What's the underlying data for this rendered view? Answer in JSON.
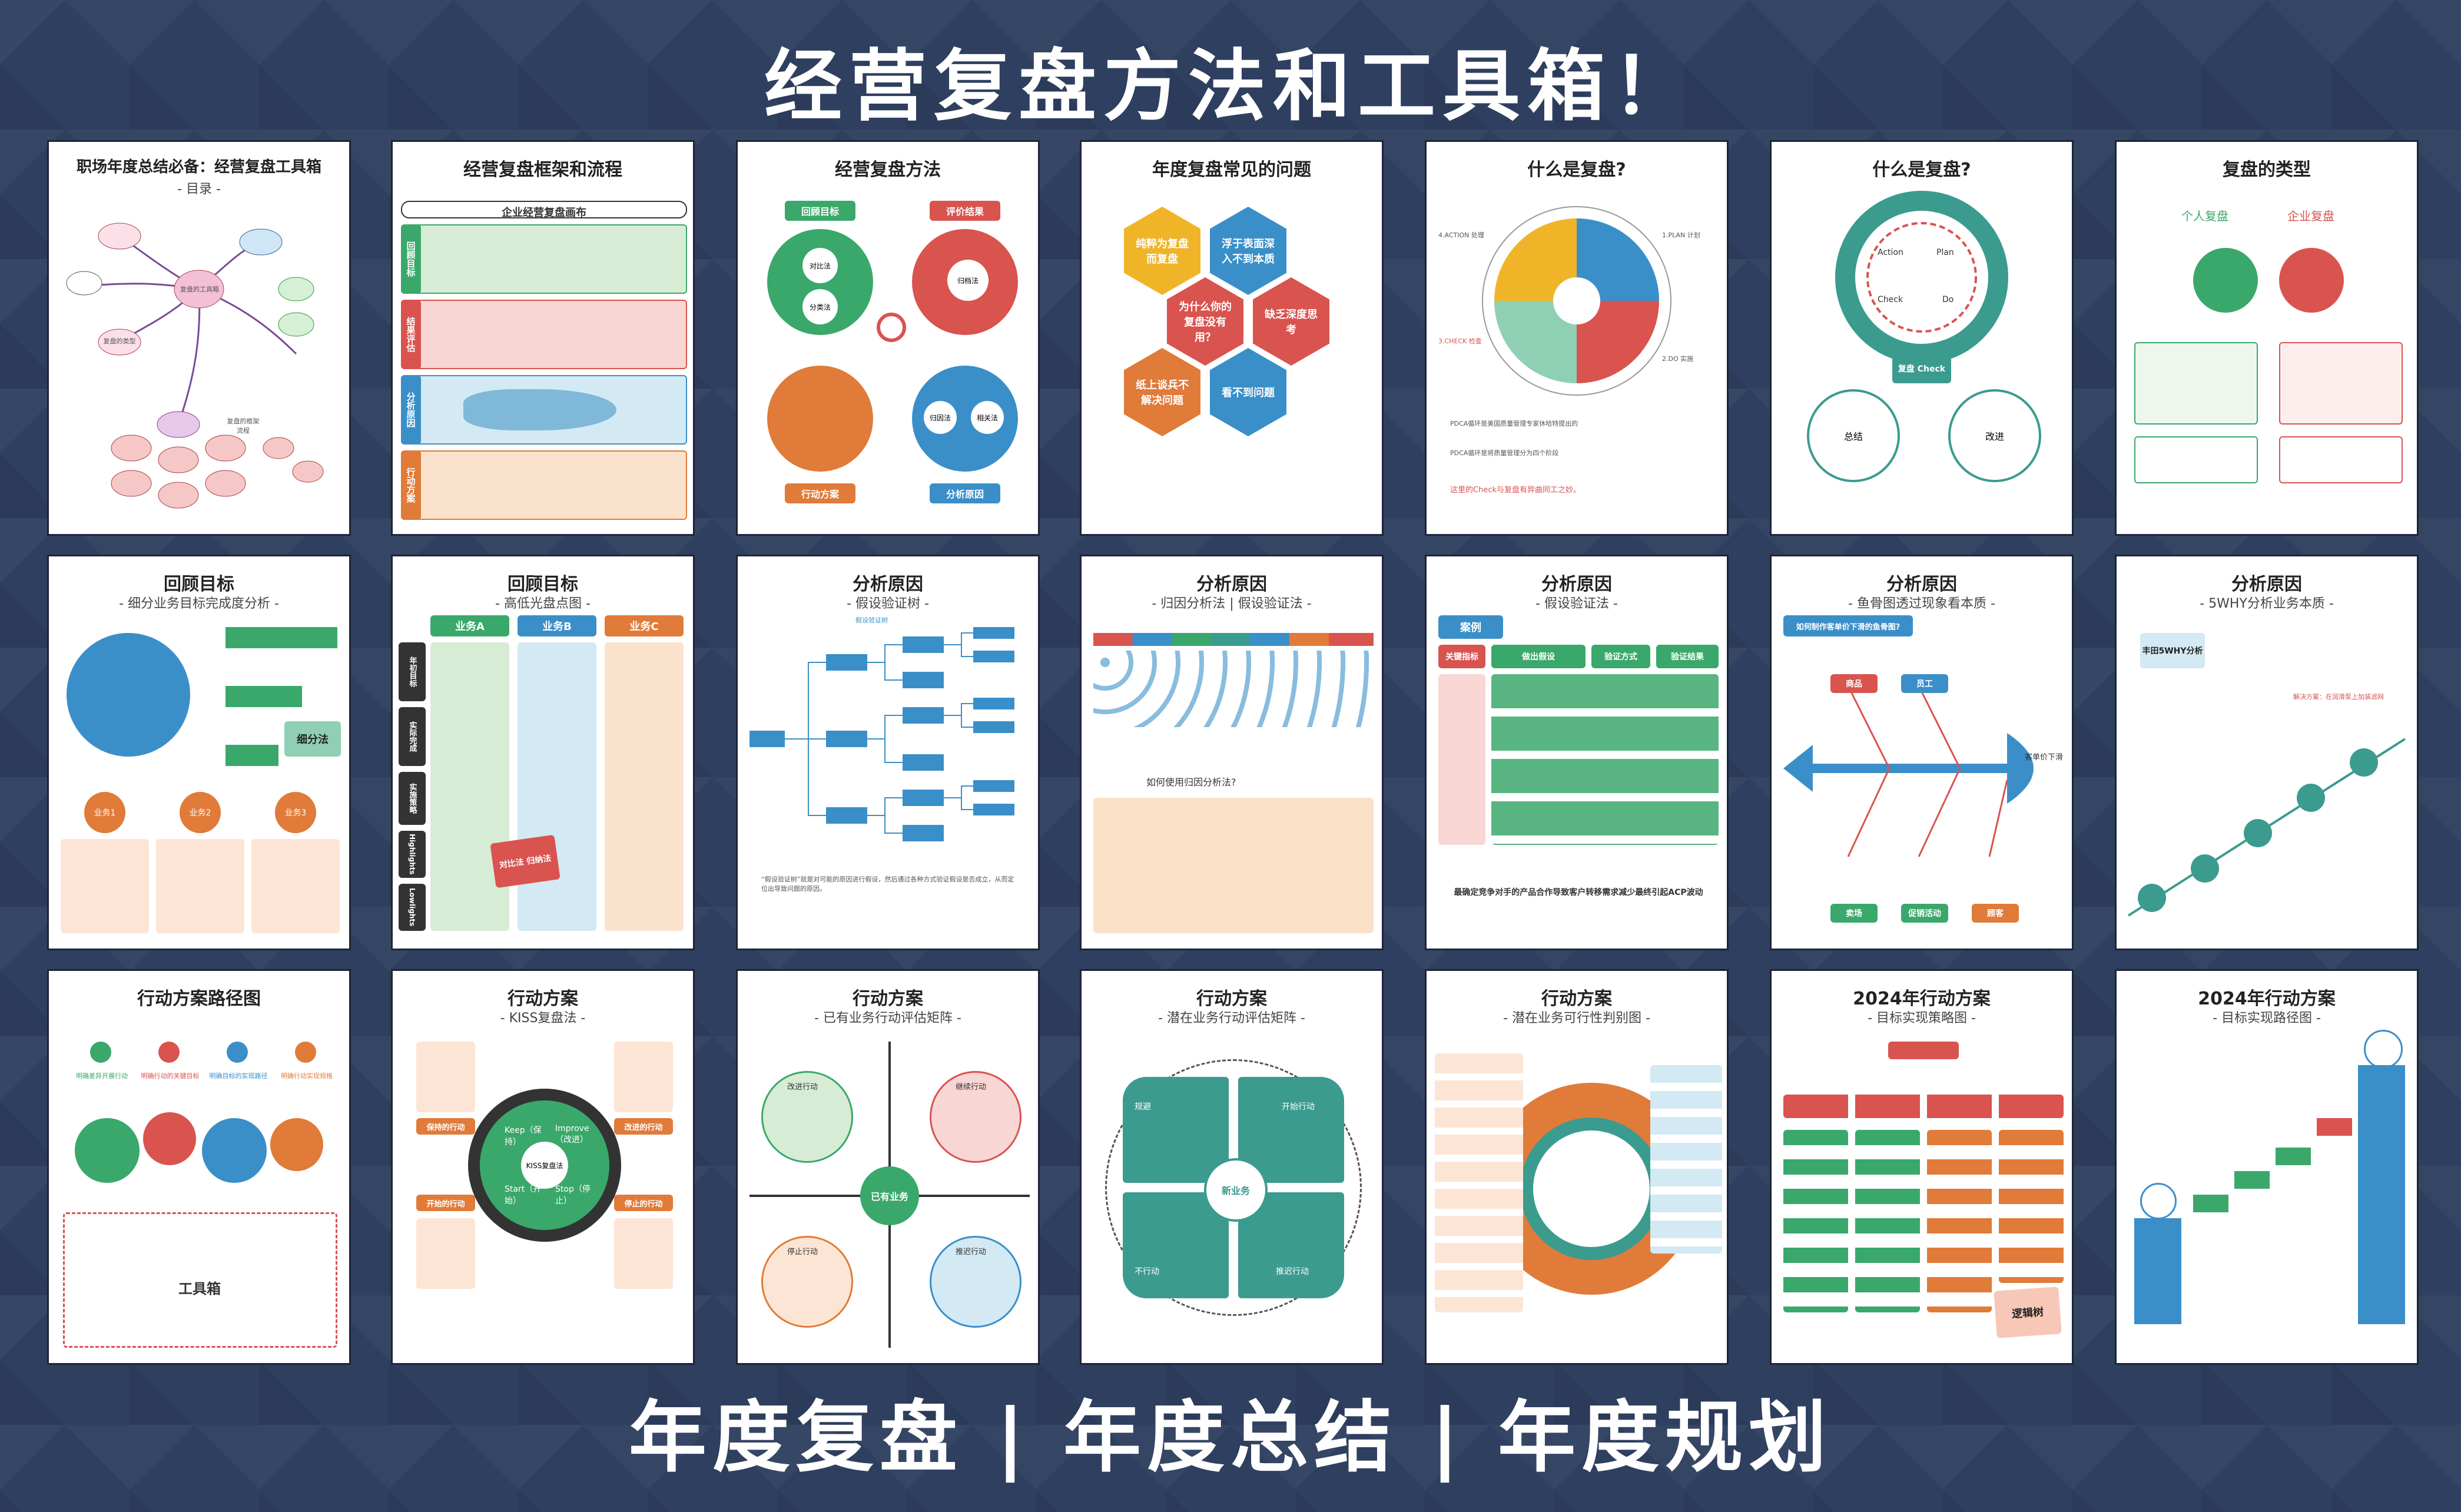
{
  "header": {
    "title": "经营复盘方法和工具箱！"
  },
  "footer": {
    "title": "年度复盘 | 年度总结 | 年度规划"
  },
  "colors": {
    "background": "#2e3f5f",
    "green": "#3aa86b",
    "red": "#d9534f",
    "blue": "#3a8fc9",
    "orange": "#e07b39",
    "teal": "#3b9b8f",
    "pink": "#e8a0a0"
  },
  "cards": {
    "c1": {
      "title": "职场年度总结必备：经营复盘工具箱",
      "sub": "- 目录 -",
      "nodes": [
        "复盘的工具箱",
        "复盘的框架流程",
        "复盘的类型"
      ]
    },
    "c2": {
      "title": "经营复盘框架和流程",
      "banner": "企业经营复盘画布",
      "rows": [
        "回顾目标",
        "结果评估",
        "分析原因",
        "行动方案"
      ]
    },
    "c3": {
      "title": "经营复盘方法",
      "labels": [
        "回顾目标",
        "评价结果",
        "行动方案",
        "分析原因"
      ],
      "inner": [
        "对比法",
        "分类法",
        "归档法",
        "归因法",
        "相关法"
      ]
    },
    "c4": {
      "title": "年度复盘常见的问题",
      "hexes": [
        "纯粹为复盘而复盘",
        "浮于表面深入不到本质",
        "为什么你的复盘没有用？",
        "缺乏深度思考",
        "纸上谈兵不解决问题",
        "看不到问题"
      ]
    },
    "c5": {
      "title": "什么是复盘?",
      "steps": [
        "1.PLAN 计划",
        "2.DO 实施",
        "3.CHECK 检查",
        "4.ACTION 处理"
      ],
      "notes": [
        "PDCA循环是美国质量管理专家休哈特提出的",
        "PDCA循环是将质量管理分为四个阶段",
        "这里的Check与复盘有异曲同工之妙。"
      ]
    },
    "c6": {
      "title": "什么是复盘?",
      "words": [
        "Action",
        "Plan",
        "Check",
        "Do"
      ],
      "center": "复盘 Check",
      "left": "总结",
      "right": "改进"
    },
    "c7": {
      "title": "复盘的类型",
      "personal": "个人复盘",
      "corporate": "企业复盘"
    },
    "c8": {
      "title": "回顾目标",
      "sub": "- 细分业务目标完成度分析 -",
      "badges": [
        "业务1",
        "业务2",
        "业务3"
      ],
      "tag": "细分法"
    },
    "c9": {
      "title": "回顾目标",
      "sub": "- 高低光盘点图 -",
      "cols": [
        "业务A",
        "业务B",
        "业务C"
      ],
      "rows": [
        "年初目标",
        "实际完成",
        "实施策略",
        "Highlights",
        "Lowlights"
      ],
      "stamp": "对比法 归纳法"
    },
    "c10": {
      "title": "分析原因",
      "sub": "- 假设验证树 -",
      "root": "假设验证树",
      "note": "“假设验证树”就是对可能的原因进行假设，然后通过各种方式验证假设是否成立，从而定位出导致问题的原因。"
    },
    "c11": {
      "title": "分析原因",
      "sub": "- 归因分析法 | 假设验证法 -",
      "question": "如何使用归因分析法?"
    },
    "c12": {
      "title": "分析原因",
      "sub": "- 假设验证法 -",
      "headers": [
        "关键指标",
        "做出假设",
        "验证方式",
        "验证结果"
      ],
      "case": "案例",
      "bottom": "最确定竞争对手的产品合作导致客户转移需求减少最终引起ACP波动"
    },
    "c13": {
      "title": "分析原因",
      "sub": "- 鱼骨图透过现象看本质 -",
      "question": "如何制作客单价下滑的鱼骨图?",
      "head": "客单价下滑",
      "bones": [
        "商品",
        "员工",
        "卖场",
        "促销活动",
        "顾客"
      ]
    },
    "c14": {
      "title": "分析原因",
      "sub": "- 5WHY分析业务本质 -",
      "tag": "丰田5WHY分析",
      "answer": "解决方案：在润滑泵上加装滤网"
    },
    "c15": {
      "title": "行动方案路径图",
      "steps": [
        "明确差异开展行动",
        "明确行动的关键目标",
        "明确目标的实现路径",
        "明确行动实现规格"
      ],
      "toolbox": "工具箱"
    },
    "c16": {
      "title": "行动方案",
      "sub": "- KISS复盘法 -",
      "quads": [
        "Keep（保持）",
        "Improve（改进）",
        "Start（开始）",
        "Stop（停止）"
      ],
      "center": "KISS复盘法",
      "labels": [
        "保持的行动",
        "改进的行动",
        "开始的行动",
        "停止的行动"
      ]
    },
    "c17": {
      "title": "行动方案",
      "sub": "- 已有业务行动评估矩阵 -",
      "center": "已有业务",
      "quads": [
        "改进行动",
        "继续行动",
        "停止行动",
        "推迟行动"
      ]
    },
    "c18": {
      "title": "行动方案",
      "sub": "- 潜在业务行动评估矩阵 -",
      "center": "新业务",
      "quads": [
        "规避",
        "开始行动",
        "不行动",
        "推迟行动"
      ]
    },
    "c19": {
      "title": "行动方案",
      "sub": "- 潜在业务可行性判别图 -"
    },
    "c20": {
      "title": "2024年行动方案",
      "sub": "- 目标实现策略图 -",
      "tag": "逻辑树"
    },
    "c21": {
      "title": "2024年行动方案",
      "sub": "- 目标实现路径图 -"
    }
  }
}
